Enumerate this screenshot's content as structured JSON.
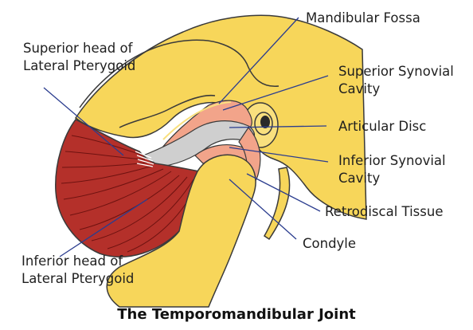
{
  "title": "The Temporomandibular Joint",
  "labels": {
    "mandibular_fossa": "Mandibular Fossa",
    "superior_head_line1": "Superior head of",
    "superior_head_line2": "Lateral Pterygoid",
    "superior_synovial_line1": "Superior Synovial",
    "superior_synovial_line2": "Cavity",
    "articular_disc": "Articular Disc",
    "inferior_synovial_line1": "Inferior Synovial",
    "inferior_synovial_line2": "Cavity",
    "retrodiscal_tissue": "Retrodiscal Tissue",
    "condyle": "Condyle",
    "inferior_head_line1": "Inferior head of",
    "inferior_head_line2": "Lateral Pterygoid"
  },
  "colors": {
    "bone": "#f7d65a",
    "bone_light": "#f9e07e",
    "muscle": "#b4302a",
    "muscle_fiber": "#6e1210",
    "synovial": "#f2a48a",
    "disc": "#cfcfcf",
    "outline": "#3a3a3a",
    "leader": "#2b3d8f"
  }
}
